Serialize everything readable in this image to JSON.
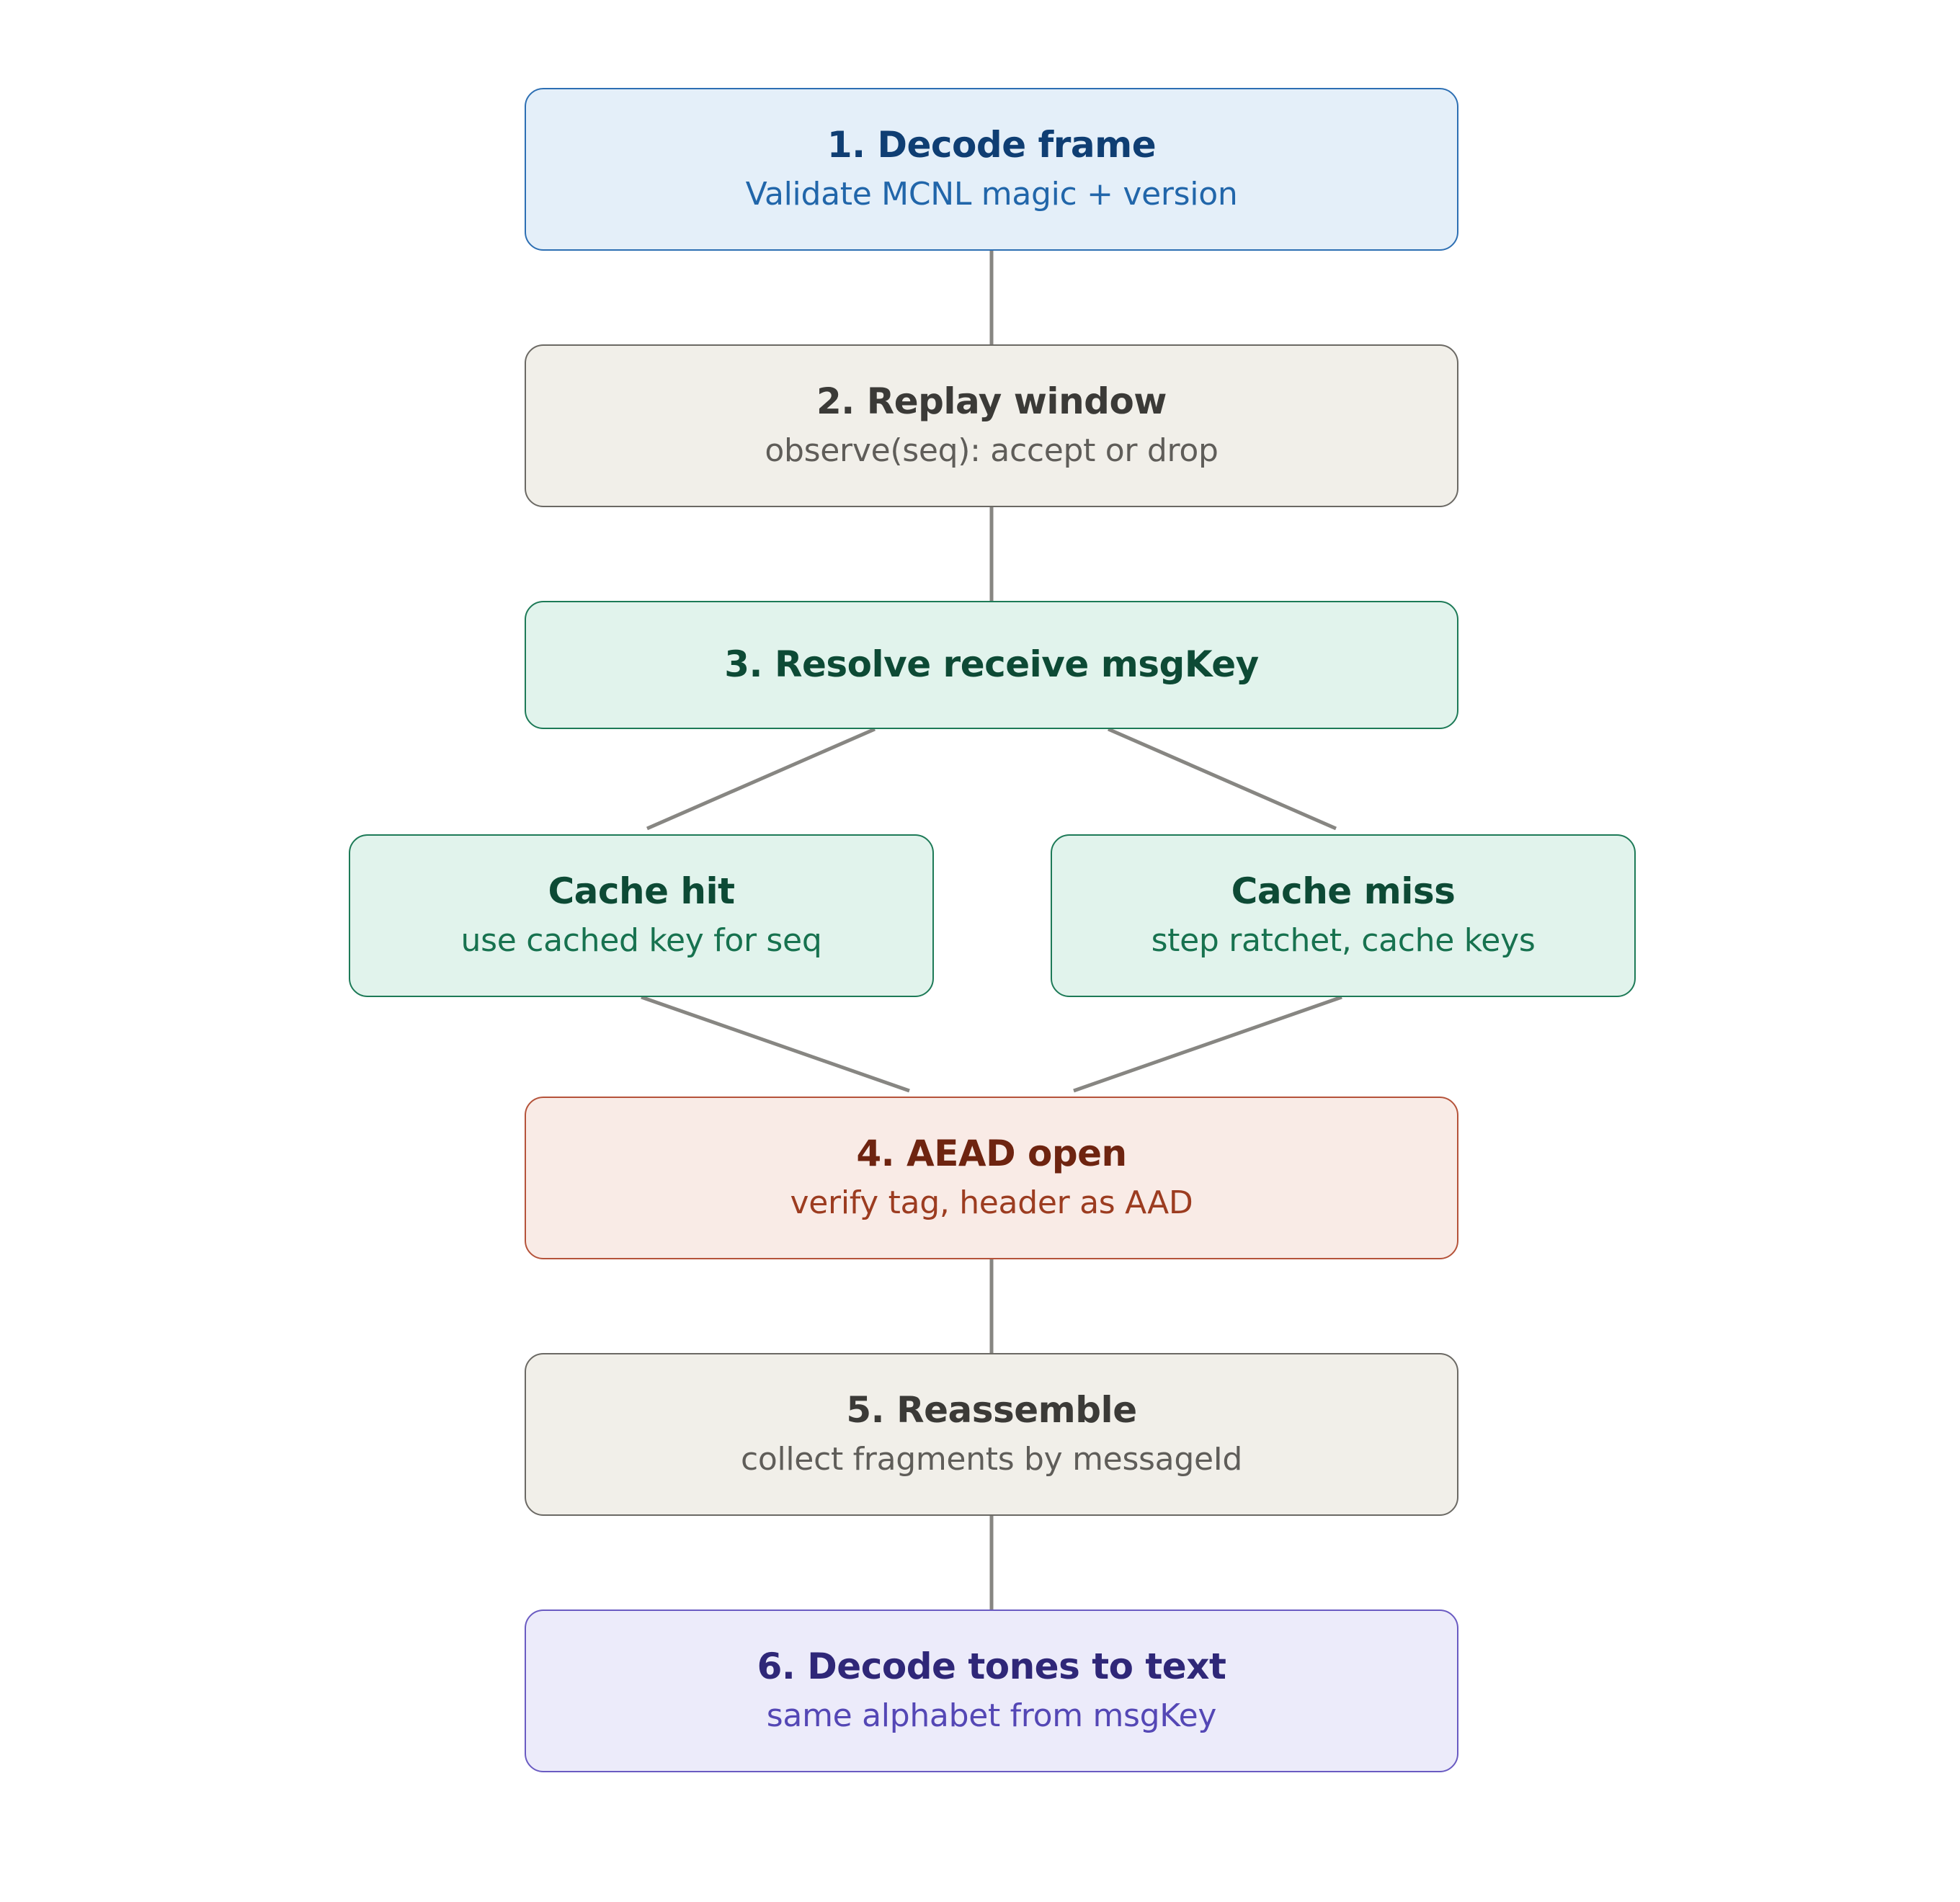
{
  "nodes": {
    "decode_frame": {
      "title": "1. Decode frame",
      "subtitle": "Validate MCNL magic + version",
      "fill": "#e4eff9",
      "border": "#2d6fb3",
      "title_color": "#0f3e73",
      "subtitle_color": "#2166aa"
    },
    "replay_window": {
      "title": "2. Replay window",
      "subtitle": "observe(seq): accept or drop",
      "fill": "#f1efe9",
      "border": "#6b6964",
      "title_color": "#3b3a37",
      "subtitle_color": "#5f5d59"
    },
    "resolve_key": {
      "title": "3. Resolve receive msgKey",
      "fill": "#e1f3ec",
      "border": "#1d7a57",
      "title_color": "#0d4a35"
    },
    "cache_hit": {
      "title": "Cache hit",
      "subtitle": "use cached key for seq",
      "fill": "#e1f3ec",
      "border": "#1d7a57",
      "title_color": "#0d4a35",
      "subtitle_color": "#17724f"
    },
    "cache_miss": {
      "title": "Cache miss",
      "subtitle": "step ratchet, cache keys",
      "fill": "#e1f3ec",
      "border": "#1d7a57",
      "title_color": "#0d4a35",
      "subtitle_color": "#17724f"
    },
    "aead_open": {
      "title": "4. AEAD open",
      "subtitle": "verify tag, header as AAD",
      "fill": "#f9ebe6",
      "border": "#b5533a",
      "title_color": "#6e2410",
      "subtitle_color": "#9c3c20"
    },
    "reassemble": {
      "title": "5. Reassemble",
      "subtitle": "collect fragments by messageId",
      "fill": "#f1efe9",
      "border": "#6b6964",
      "title_color": "#3b3a37",
      "subtitle_color": "#5f5d59"
    },
    "decode_tones": {
      "title": "6. Decode tones to text",
      "subtitle": "same alphabet from msgKey",
      "fill": "#ecebfa",
      "border": "#6a5bc2",
      "title_color": "#2f2778",
      "subtitle_color": "#5447b5"
    }
  },
  "connector_color": "#878682"
}
